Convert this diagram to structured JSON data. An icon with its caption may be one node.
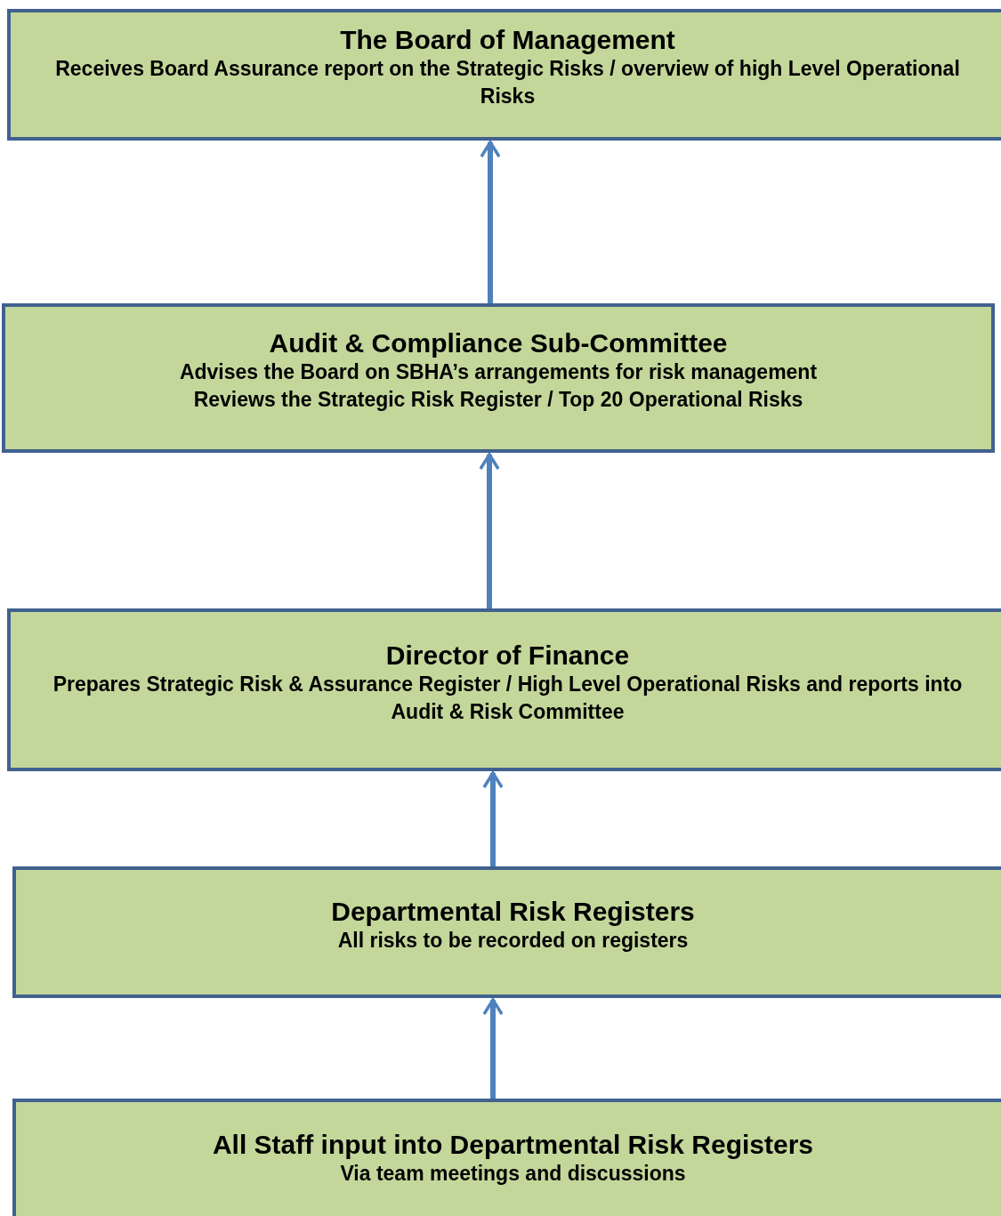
{
  "diagram": {
    "nodes": [
      {
        "text": [
          "The Board of Management",
          "Receives Board Assurance report on the Strategic Risks / overview of high Level Operational Risks"
        ]
      },
      {
        "text": [
          "Audit & Compliance Sub-Committee",
          "Advises the Board on SBHA’s arrangements for risk management",
          "Reviews the Strategic Risk Register / Top 20 Operational Risks"
        ]
      },
      {
        "text": [
          "Director of Finance",
          "Prepares Strategic Risk & Assurance Register / High Level Operational Risks and reports into Audit & Risk Committee"
        ]
      },
      {
        "text": [
          "Departmental Risk Registers",
          "All risks to be recorded on registers"
        ]
      },
      {
        "text": [
          "All Staff input into Departmental Risk Registers",
          "Via team meetings and discussions"
        ]
      }
    ],
    "edges": [
      {
        "from": 1,
        "to": 0,
        "arrow": "to"
      },
      {
        "from": 2,
        "to": 1,
        "arrow": "to"
      },
      {
        "from": 3,
        "to": 2,
        "arrow": "to"
      },
      {
        "from": 4,
        "to": 3,
        "arrow": "to"
      }
    ]
  }
}
